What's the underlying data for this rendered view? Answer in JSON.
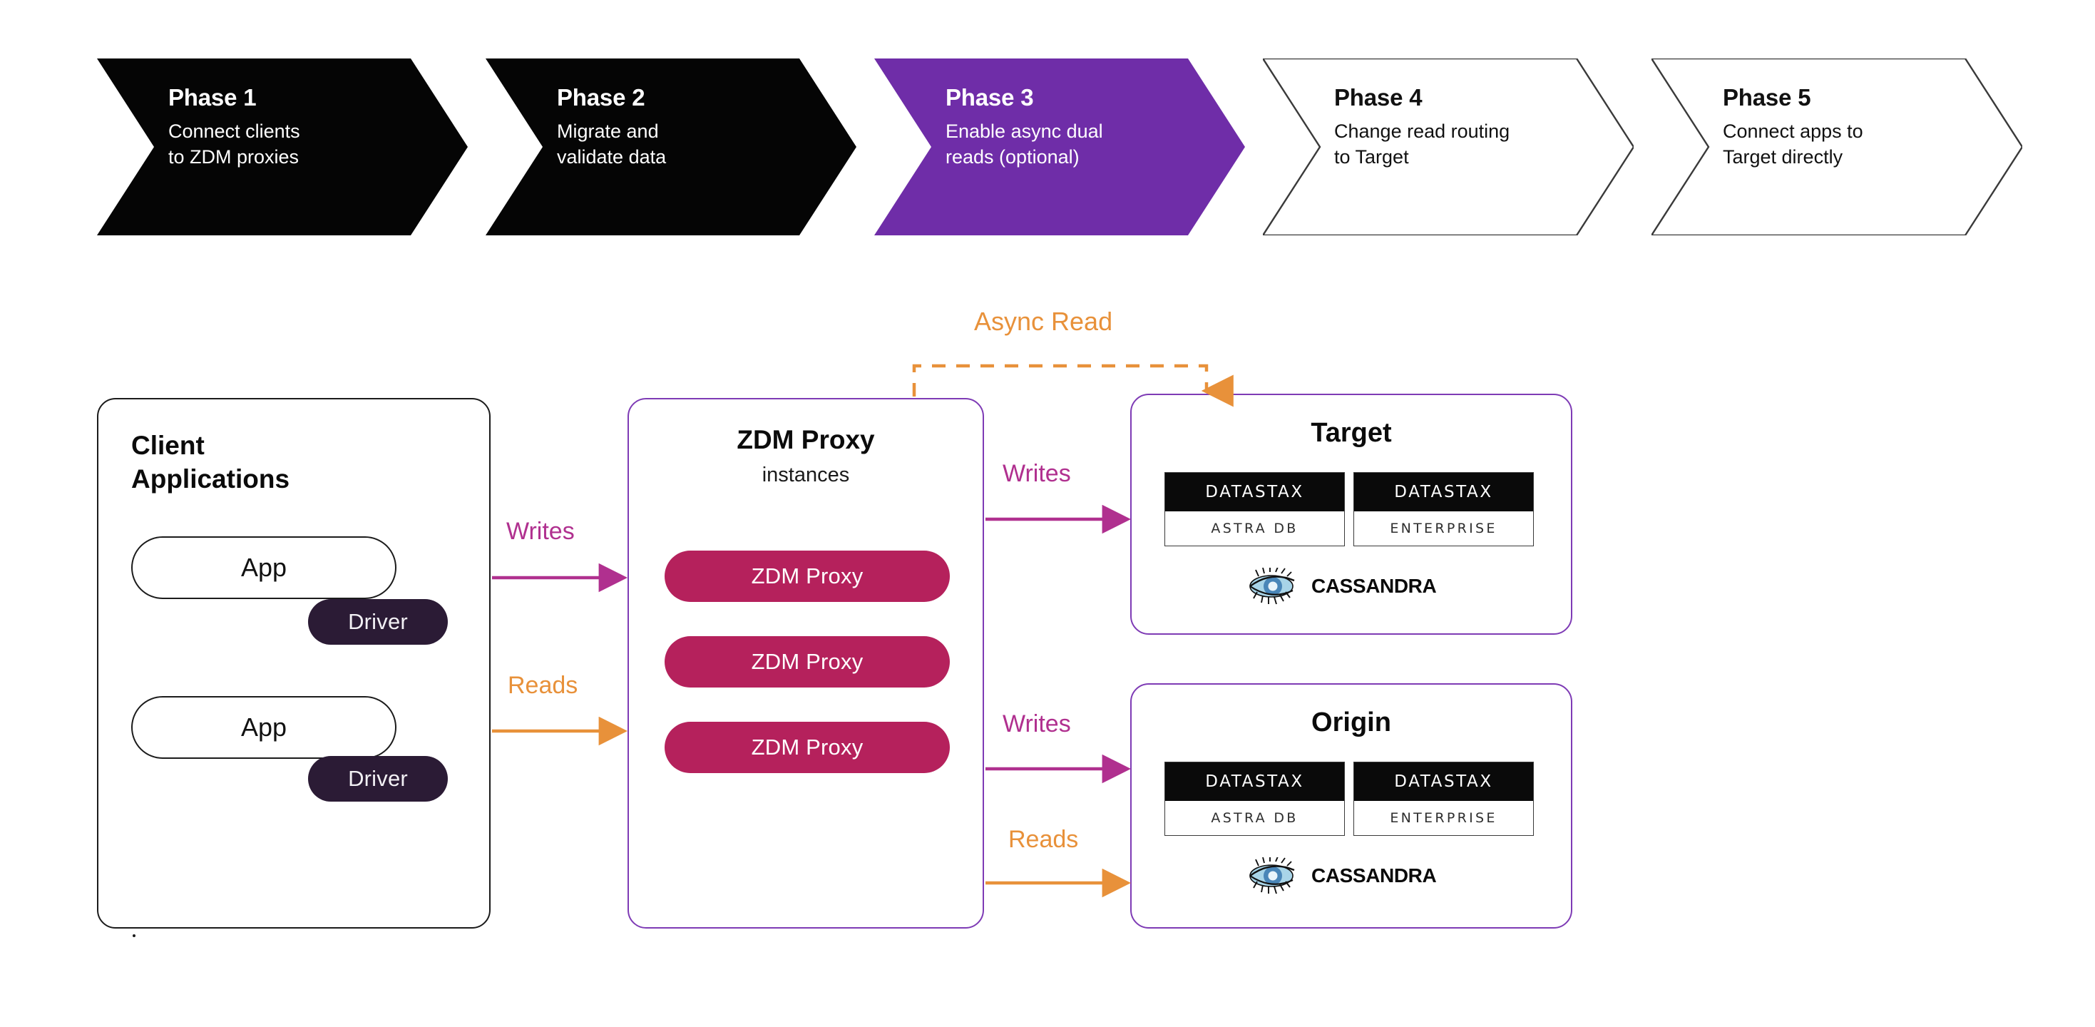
{
  "colors": {
    "phase_dark": "#050505",
    "phase_accent": "#6f2da8",
    "phase_outline": "#3a3a3a",
    "writes": "#b0308f",
    "reads": "#e8913a",
    "async": "#e8913a",
    "proxy_pill": "#b5215c",
    "driver_pill": "#2b1b35",
    "card_purple_border": "#7e3bb5",
    "card_black_border": "#1b1b1b",
    "cassandra_eye": "#a8d4e8"
  },
  "phases": [
    {
      "id": "phase-1",
      "title": "Phase 1",
      "desc": "Connect clients\nto ZDM proxies",
      "style": "dark",
      "active": false
    },
    {
      "id": "phase-2",
      "title": "Phase 2",
      "desc": "Migrate and\nvalidate data",
      "style": "dark",
      "active": false
    },
    {
      "id": "phase-3",
      "title": "Phase 3",
      "desc": "Enable async dual\nreads (optional)",
      "style": "accent",
      "active": true
    },
    {
      "id": "phase-4",
      "title": "Phase 4",
      "desc": "Change read routing\nto Target",
      "style": "light",
      "active": false
    },
    {
      "id": "phase-5",
      "title": "Phase 5",
      "desc": "Connect apps to\nTarget directly",
      "style": "light",
      "active": false
    }
  ],
  "client": {
    "title": "Client\nApplications",
    "apps": [
      {
        "app_label": "App",
        "driver_label": "Driver"
      },
      {
        "app_label": "App",
        "driver_label": "Driver"
      }
    ]
  },
  "zdm": {
    "title": "ZDM Proxy",
    "subtitle": "instances",
    "instances": [
      {
        "label": "ZDM Proxy"
      },
      {
        "label": "ZDM Proxy"
      },
      {
        "label": "ZDM Proxy"
      }
    ]
  },
  "target": {
    "title": "Target",
    "logos": [
      {
        "brand": "DATASTAX",
        "product": "ASTRA DB"
      },
      {
        "brand": "DATASTAX",
        "product": "ENTERPRISE"
      }
    ],
    "cassandra": "CASSANDRA"
  },
  "origin": {
    "title": "Origin",
    "logos": [
      {
        "brand": "DATASTAX",
        "product": "ASTRA DB"
      },
      {
        "brand": "DATASTAX",
        "product": "ENTERPRISE"
      }
    ],
    "cassandra": "CASSANDRA"
  },
  "flows": {
    "client_writes": "Writes",
    "client_reads": "Reads",
    "target_writes": "Writes",
    "origin_writes": "Writes",
    "origin_reads": "Reads",
    "async_read": "Async Read"
  }
}
